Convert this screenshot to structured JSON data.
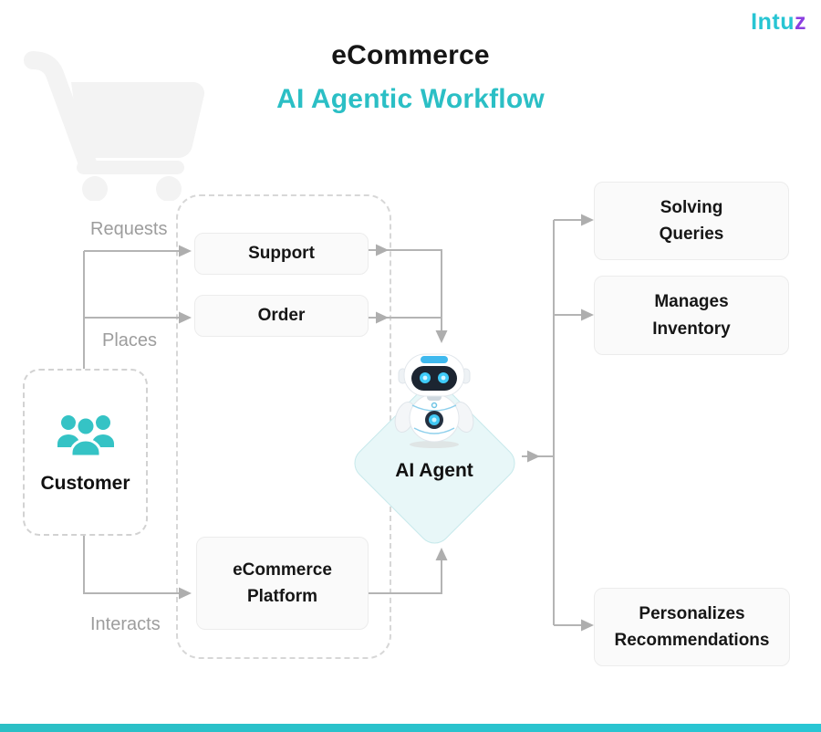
{
  "brand": {
    "name_main": "Intu",
    "name_accent": "z"
  },
  "header": {
    "title": "eCommerce",
    "subtitle": "AI Agentic Workflow"
  },
  "flow_labels": {
    "requests": "Requests",
    "places": "Places",
    "interacts": "Interacts"
  },
  "customer": {
    "label": "Customer",
    "icon": "people-group-icon"
  },
  "middle": {
    "support": "Support",
    "order": "Order",
    "platform_line1": "eCommerce",
    "platform_line2": "Platform"
  },
  "agent": {
    "label": "AI Agent",
    "icon": "robot-icon"
  },
  "outputs": [
    {
      "line1": "Solving",
      "line2": "Queries"
    },
    {
      "line1": "Manages",
      "line2": "Inventory"
    },
    {
      "line1": "Personalizes",
      "line2": "Recommendations"
    }
  ],
  "colors": {
    "accent_teal": "#2bbfc5",
    "logo_cyan": "#27c5d3",
    "logo_purple": "#8b3fe0",
    "connector_gray": "#b4b4b4",
    "edge_label_gray": "#9d9d9d",
    "node_bg": "#fafafa",
    "diamond_fill": "#e8f7f8",
    "diamond_border": "#c7e9eb",
    "people_icon_teal": "#35c3c5"
  }
}
